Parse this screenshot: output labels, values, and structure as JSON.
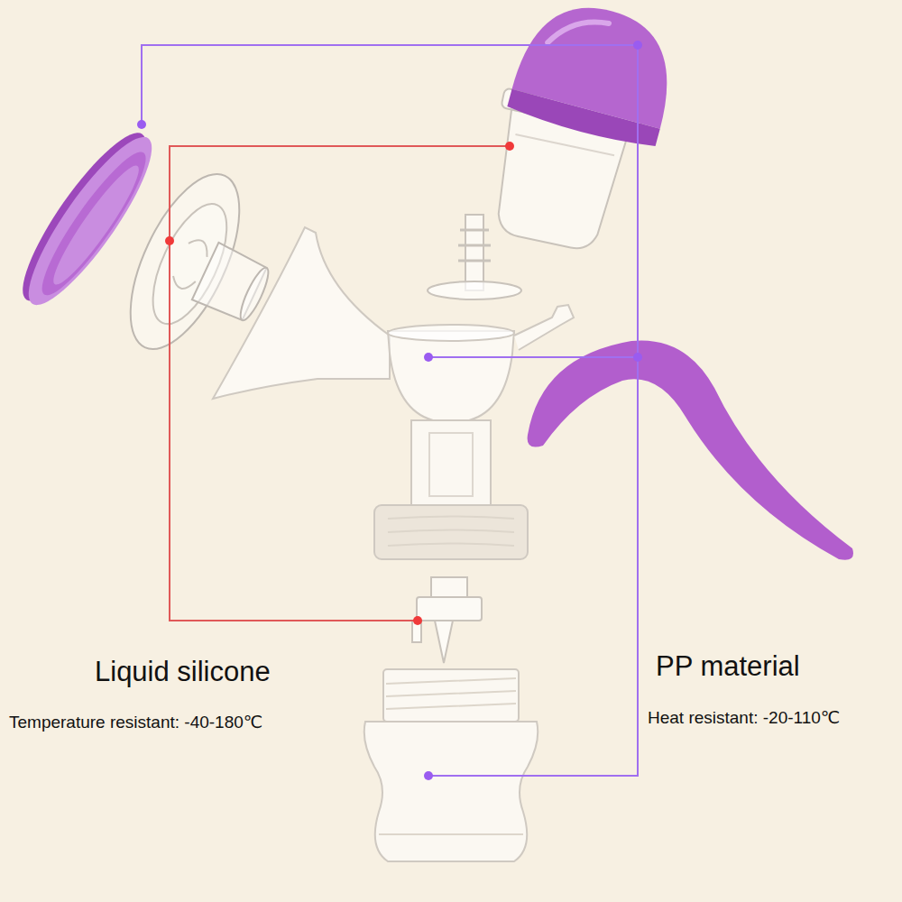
{
  "diagram": {
    "labels": [
      "Liquid silicone",
      "Temperature resistant: -40-180℃",
      "PP material",
      "Heat resistant: -20-110℃"
    ]
  }
}
